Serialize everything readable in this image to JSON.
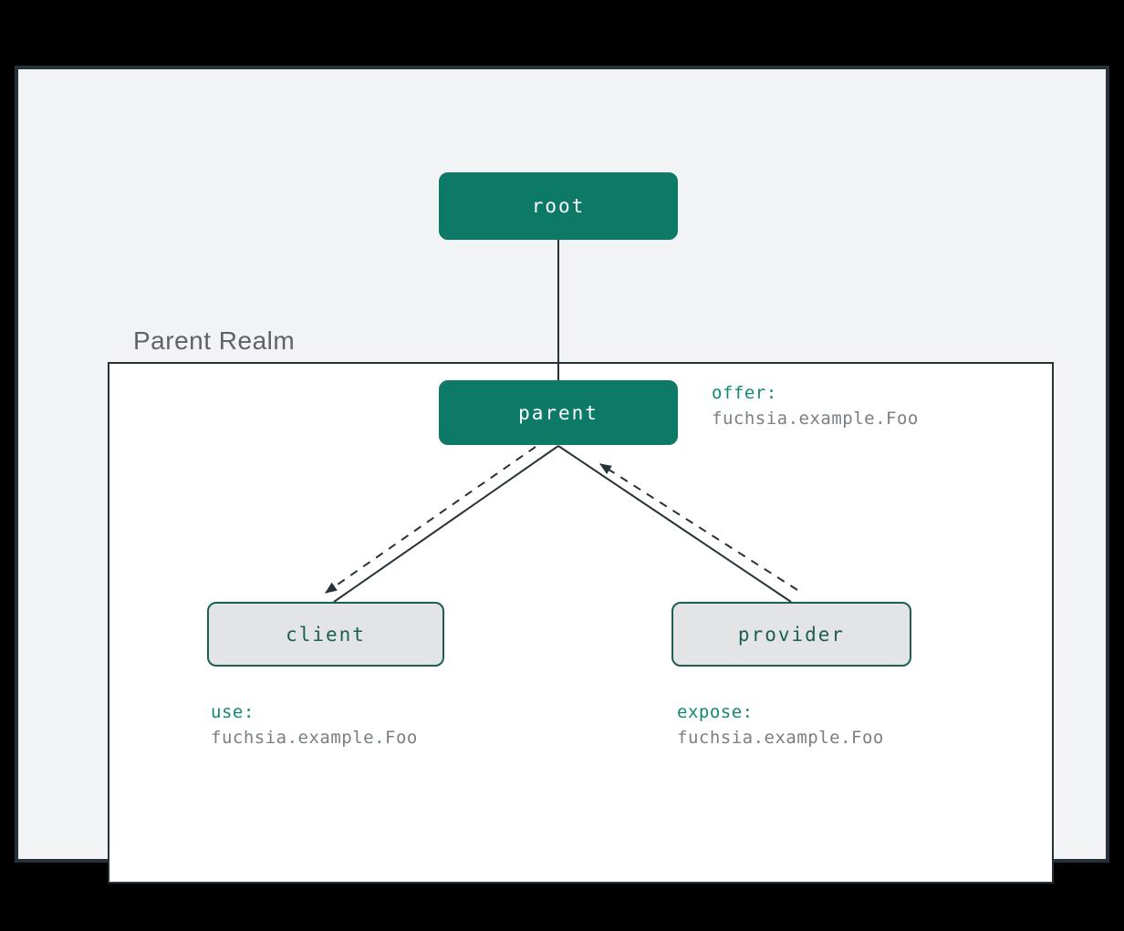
{
  "diagram": {
    "realm_title": "Parent Realm",
    "nodes": {
      "root": "root",
      "parent": "parent",
      "client": "client",
      "provider": "provider"
    },
    "annotations": {
      "offer": {
        "keyword": "offer:",
        "value": "fuchsia.example.Foo"
      },
      "use": {
        "keyword": "use:",
        "value": "fuchsia.example.Foo"
      },
      "expose": {
        "keyword": "expose:",
        "value": "fuchsia.example.Foo"
      }
    },
    "edges": [
      {
        "from": "root",
        "to": "parent",
        "style": "solid",
        "arrow": false
      },
      {
        "from": "parent",
        "to": "client",
        "style": "solid",
        "arrow": false
      },
      {
        "from": "parent",
        "to": "provider",
        "style": "solid",
        "arrow": false
      },
      {
        "from": "parent",
        "to": "client",
        "style": "dashed",
        "arrow": true
      },
      {
        "from": "provider",
        "to": "parent",
        "style": "dashed",
        "arrow": true
      }
    ],
    "colors": {
      "outer_background": "#000000",
      "frame_background": "#f1f3f4",
      "frame_border": "#263238",
      "realm_background": "#ffffff",
      "realm_border": "#263238",
      "realm_title_text": "#5f6368",
      "primary_node_fill": "#0d7a67",
      "primary_node_text": "#ffffff",
      "secondary_node_fill": "#e2e4e5",
      "secondary_node_border": "#1d5e52",
      "secondary_node_text": "#1d5e52",
      "annotation_keyword": "#0f8a70",
      "annotation_value": "#797f84",
      "edge_line": "#263238"
    }
  }
}
